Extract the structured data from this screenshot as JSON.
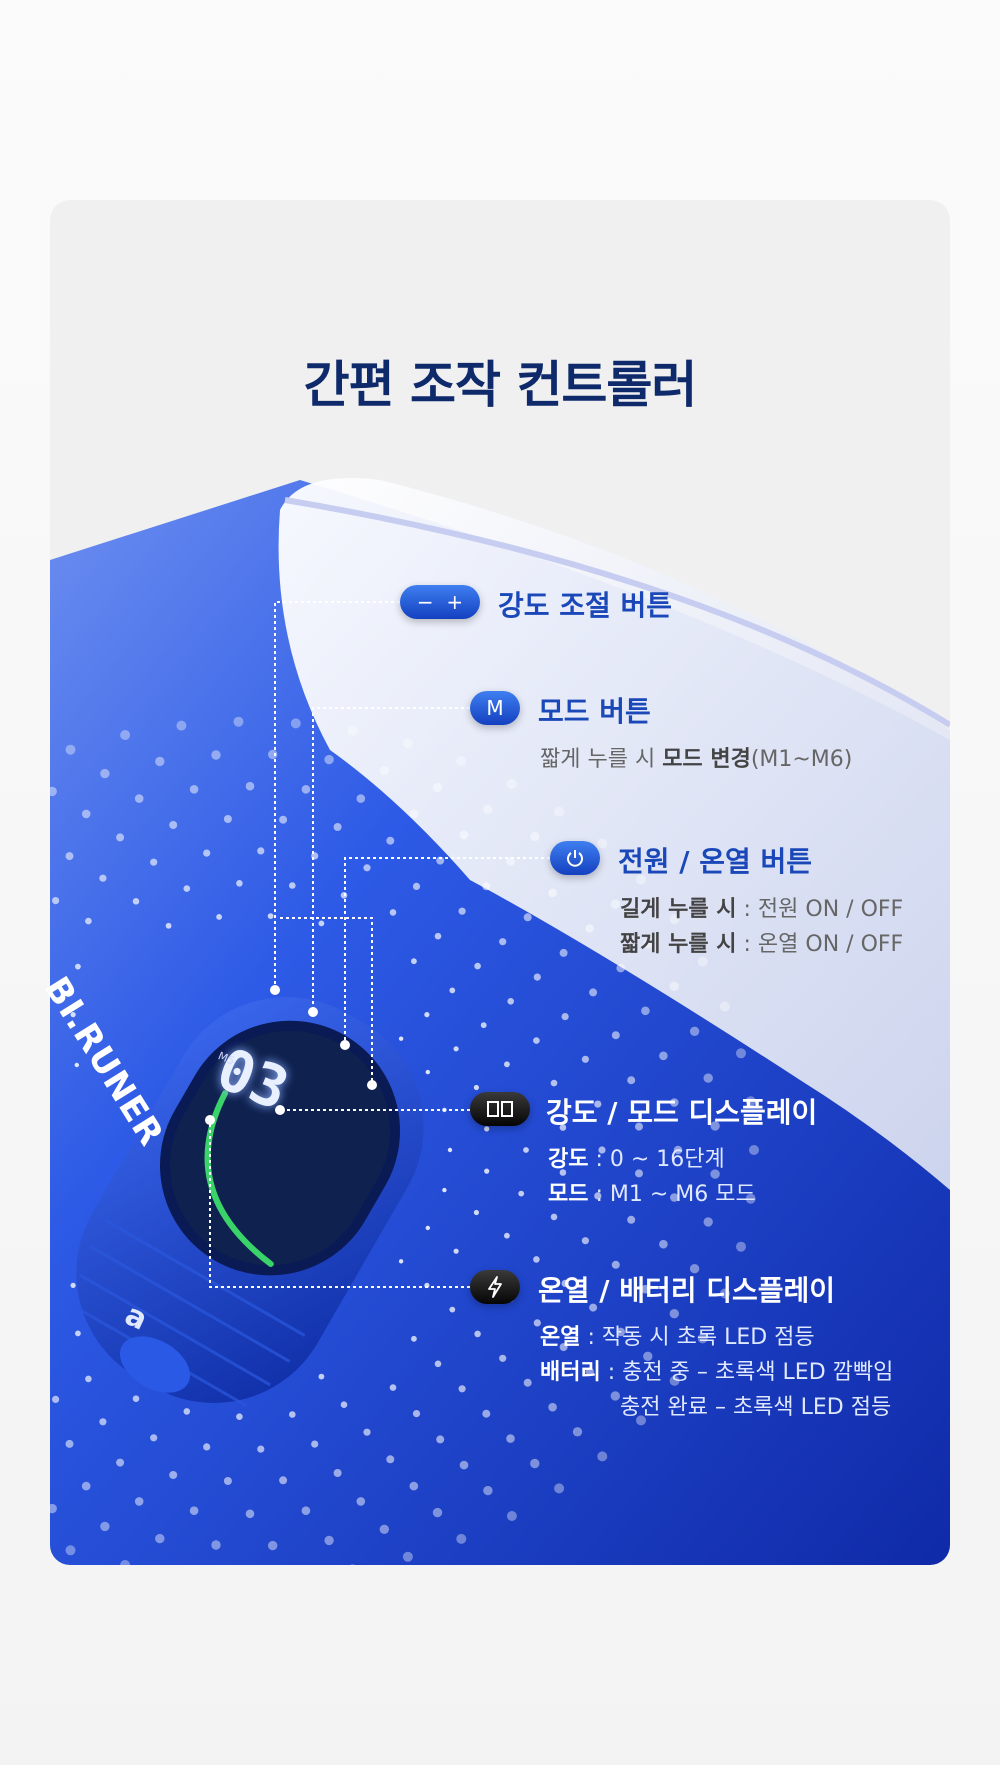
{
  "title": "간편 조작 컨트롤러",
  "brand": "BI.RUNER",
  "device": {
    "display_digits": "03",
    "display_small": "M5",
    "logo_letter": "a"
  },
  "callouts": {
    "intensity_button": {
      "icon_text": "−  +",
      "heading": "강도 조절 버튼"
    },
    "mode_button": {
      "icon_text": "M",
      "heading": "모드 버튼",
      "desc_pre": "짧게 누를 시 ",
      "desc_bold": "모드 변경",
      "desc_post": "(M1~M6)"
    },
    "power_button": {
      "heading": "전원 / 온열 버튼",
      "line1_bold": "길게 누를 시",
      "line1_text": " : 전원 ON / OFF",
      "line2_bold": "짧게 누를 시",
      "line2_text": " : 온열 ON / OFF"
    },
    "display": {
      "heading": "강도 / 모드 디스플레이",
      "line1_bold": "강도",
      "line1_text": " : 0 ~ 16단계",
      "line2_bold": "모드",
      "line2_text": " : M1 ~ M6 모드"
    },
    "heat_battery": {
      "heading": "온열 / 배터리 디스플레이",
      "line1_bold": "온열",
      "line1_text": " : 작동 시 초록 LED 점등",
      "line2_bold": "배터리",
      "line2_text": " : 충전 중 – 초록색 LED 깜빡임",
      "line3_text": "충전 완료 – 초록색 LED 점등"
    }
  },
  "colors": {
    "heading_navy": "#0e2a6b",
    "accent_blue": "#1a48b8",
    "band_blue": "#1c46d6",
    "led_green": "#3ad36a"
  }
}
